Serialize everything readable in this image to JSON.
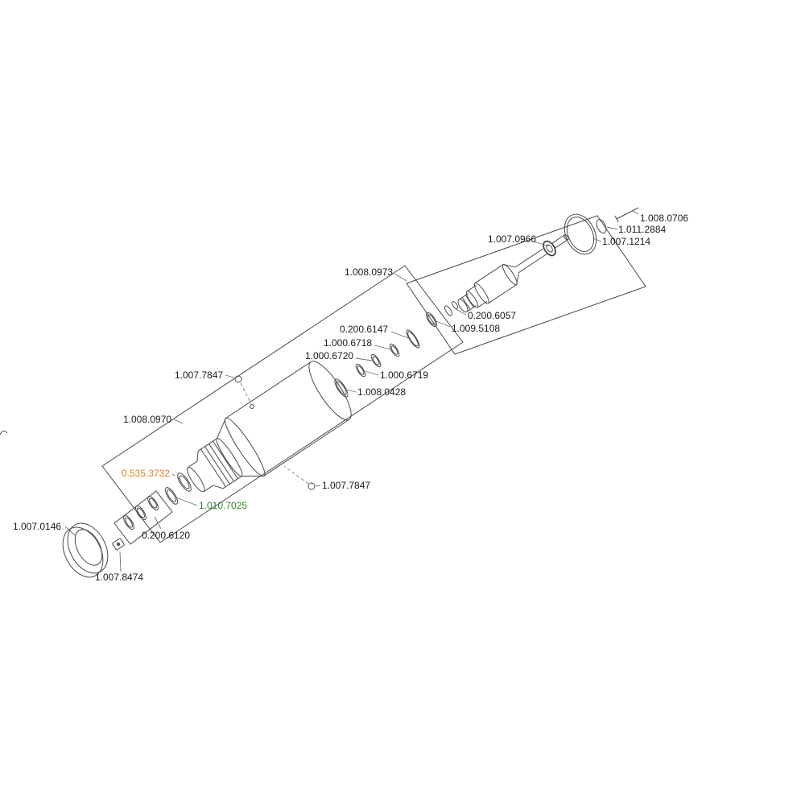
{
  "diagram": {
    "kind": "exploded-parts-diagram",
    "colors": {
      "background": "#ffffff",
      "line": "#4a4a4a",
      "label_default": "#1a1a1a",
      "highlight_orange": "#e0821e",
      "highlight_green": "#2e8b2e"
    }
  },
  "labels": [
    {
      "part": "screw-top-right",
      "text": "1.008.0706"
    },
    {
      "part": "circlip",
      "text": "1.011.2884"
    },
    {
      "part": "large-o-ring",
      "text": "1.007.1214"
    },
    {
      "part": "shaft-bearing",
      "text": "1.007.0966"
    },
    {
      "part": "assembly-box-right",
      "text": "1.008.0973"
    },
    {
      "part": "ring-pair",
      "text": "0.200.6057"
    },
    {
      "part": "ring-5108",
      "text": "1.009.5108"
    },
    {
      "part": "ring-6147",
      "text": "0.200.6147"
    },
    {
      "part": "washer-6718",
      "text": "1.000.6718"
    },
    {
      "part": "washer-6720",
      "text": "1.000.6720"
    },
    {
      "part": "washer-6719",
      "text": "1.000.6719"
    },
    {
      "part": "o-ring-0428",
      "text": "1.008.0428"
    },
    {
      "part": "screw-upper",
      "text": "1.007.7847"
    },
    {
      "part": "assembly-box-left",
      "text": "1.008.0970"
    },
    {
      "part": "snap-ring",
      "text": "0.535.3732",
      "color": "#e0821e"
    },
    {
      "part": "screw-lower",
      "text": "1.007.7847"
    },
    {
      "part": "bearing-ring",
      "text": "1.010.7025",
      "color": "#2e8b2e"
    },
    {
      "part": "front-bezel",
      "text": "1.007.0146"
    },
    {
      "part": "o-ring-set",
      "text": "0.200.6120"
    },
    {
      "part": "retainer-clip",
      "text": "1.007.8474"
    }
  ]
}
